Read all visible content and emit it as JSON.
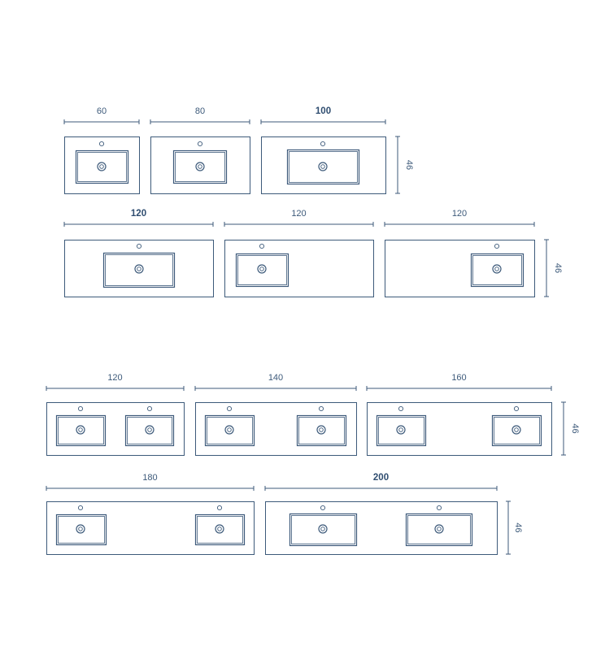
{
  "colors": {
    "line": "#3d5a7a",
    "text": "#3d5a7a",
    "background": "#ffffff"
  },
  "units": "cm",
  "depth_label": "46",
  "groups": [
    {
      "name": "single-basin-small",
      "items": [
        {
          "width_label": "60",
          "bold": false,
          "basins": 1,
          "position": "center"
        },
        {
          "width_label": "80",
          "bold": false,
          "basins": 1,
          "position": "center"
        },
        {
          "width_label": "100",
          "bold": true,
          "basins": 1,
          "position": "center"
        }
      ]
    },
    {
      "name": "single-basin-120",
      "items": [
        {
          "width_label": "120",
          "bold": true,
          "basins": 1,
          "position": "center"
        },
        {
          "width_label": "120",
          "bold": false,
          "basins": 1,
          "position": "left"
        },
        {
          "width_label": "120",
          "bold": false,
          "basins": 1,
          "position": "right"
        }
      ]
    },
    {
      "name": "double-basin-a",
      "items": [
        {
          "width_label": "120",
          "bold": false,
          "basins": 2
        },
        {
          "width_label": "140",
          "bold": false,
          "basins": 2
        },
        {
          "width_label": "160",
          "bold": false,
          "basins": 2
        }
      ]
    },
    {
      "name": "double-basin-b",
      "items": [
        {
          "width_label": "180",
          "bold": false,
          "basins": 2
        },
        {
          "width_label": "200",
          "bold": true,
          "basins": 2
        }
      ]
    }
  ]
}
